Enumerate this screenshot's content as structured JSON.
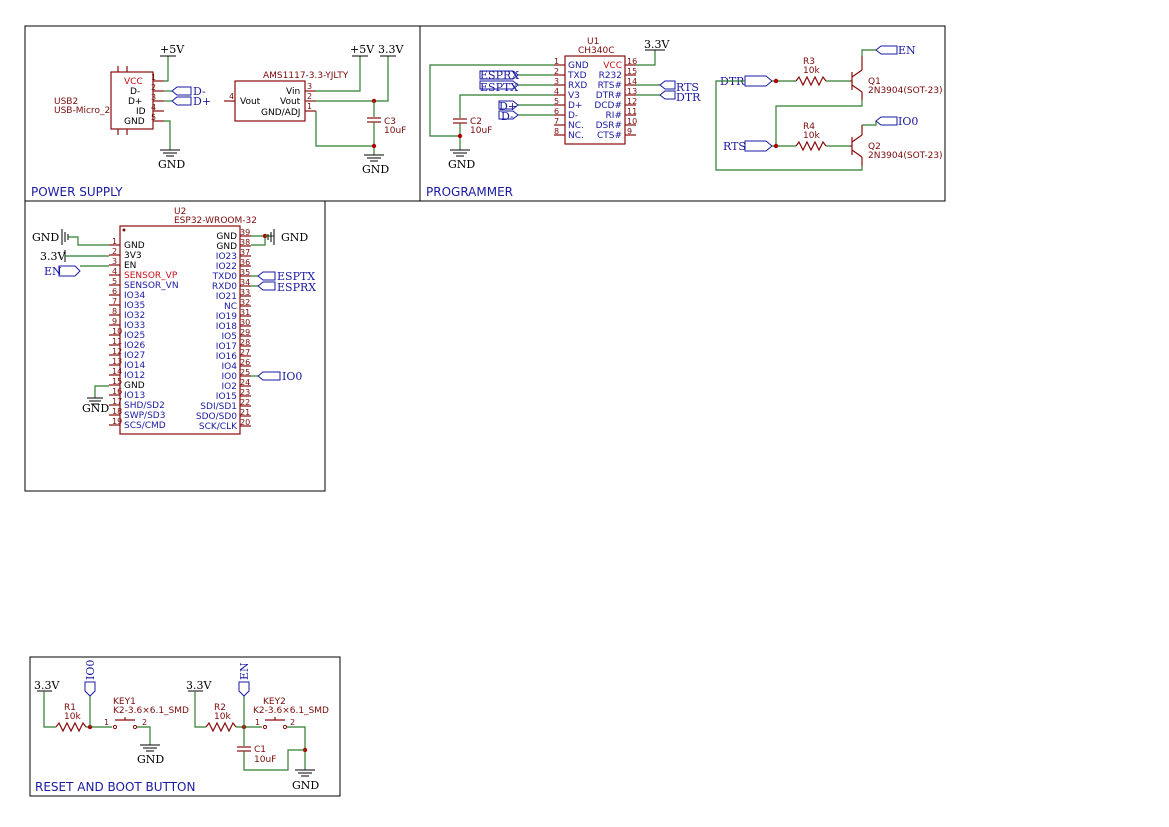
{
  "power_supply": {
    "title": "POWER SUPPLY",
    "usb": {
      "ref": "USB2",
      "value": "USB-Micro_2",
      "pins": [
        "VCC",
        "D-",
        "D+",
        "ID",
        "GND"
      ],
      "pin_nums": [
        "1",
        "2",
        "3",
        "4",
        "5"
      ]
    },
    "reg": {
      "value": "AMS1117-3.3-YJLTY",
      "vout_left": "Vout",
      "vin": "Vin",
      "vout": "Vout",
      "gnd": "GND/ADJ",
      "pin_vout_left": "4",
      "pin_vin": "3",
      "pin_vout": "2",
      "pin_gnd": "1"
    },
    "cap": {
      "ref": "C3",
      "value": "10uF"
    },
    "p5v": "+5V",
    "p5v_2": "+5V",
    "p33v": "3.3V",
    "gnd1": "GND",
    "gnd2": "GND",
    "nl_dm": "D-",
    "nl_dp": "D+"
  },
  "programmer": {
    "title": "PROGRAMMER",
    "ic": {
      "ref": "U1",
      "value": "CH340C",
      "left_pins": [
        "GND",
        "TXD",
        "RXD",
        "V3",
        "D+",
        "D-",
        "NC.",
        "NC."
      ],
      "left_nums": [
        "1",
        "2",
        "3",
        "4",
        "5",
        "6",
        "7",
        "8"
      ],
      "right_pins": [
        "VCC",
        "R232",
        "RTS#",
        "DTR#",
        "DCD#",
        "RI#",
        "DSR#",
        "CTS#"
      ],
      "right_nums": [
        "16",
        "15",
        "14",
        "13",
        "12",
        "11",
        "10",
        "9"
      ]
    },
    "p33v": "3.3V",
    "cap": {
      "ref": "C2",
      "value": "10uF"
    },
    "gnd": "GND",
    "nl_esprx": "ESPRX",
    "nl_esptx": "ESPTX",
    "nl_dp": "D+",
    "nl_dm": "D-",
    "nl_rts": "RTS",
    "nl_dtr": "DTR",
    "r3": {
      "ref": "R3",
      "value": "10k"
    },
    "r4": {
      "ref": "R4",
      "value": "10k"
    },
    "q1": {
      "ref": "Q1",
      "value": "2N3904(SOT-23)"
    },
    "q2": {
      "ref": "Q2",
      "value": "2N3904(SOT-23)"
    },
    "nl_dtr_in": "DTR",
    "nl_rts_in": "RTS",
    "nl_en": "EN",
    "nl_io0": "IO0"
  },
  "esp": {
    "ref": "U2",
    "value": "ESP32-WROOM-32",
    "left_pins": [
      "GND",
      "3V3",
      "EN",
      "SENSOR_VP",
      "SENSOR_VN",
      "IO34",
      "IO35",
      "IO32",
      "IO33",
      "IO25",
      "IO26",
      "IO27",
      "IO14",
      "IO12",
      "GND",
      "IO13",
      "SHD/SD2",
      "SWP/SD3",
      "SCS/CMD"
    ],
    "left_nums": [
      "1",
      "2",
      "3",
      "4",
      "5",
      "6",
      "7",
      "8",
      "9",
      "10",
      "11",
      "12",
      "13",
      "14",
      "15",
      "16",
      "17",
      "18",
      "19"
    ],
    "right_pins": [
      "GND",
      "GND",
      "IO23",
      "IO22",
      "TXD0",
      "RXD0",
      "IO21",
      "NC",
      "IO19",
      "IO18",
      "IO5",
      "IO17",
      "IO16",
      "IO4",
      "IO0",
      "IO2",
      "IO15",
      "SDI/SD1",
      "SDO/SD0",
      "SCK/CLK"
    ],
    "right_nums": [
      "39",
      "38",
      "37",
      "36",
      "35",
      "34",
      "33",
      "32",
      "31",
      "30",
      "29",
      "28",
      "27",
      "26",
      "25",
      "24",
      "23",
      "22",
      "21",
      "20"
    ],
    "gnd_l": "GND",
    "gnd_r": "GND",
    "v33": "3.3V",
    "gnd_b": "GND",
    "nl_en": "EN",
    "nl_esptx": "ESPTX",
    "nl_esprx": "ESPRX",
    "nl_io0": "IO0"
  },
  "reset": {
    "title": "RESET AND BOOT BUTTON",
    "v33_a": "3.3V",
    "v33_b": "3.3V",
    "r1": {
      "ref": "R1",
      "value": "10k"
    },
    "r2": {
      "ref": "R2",
      "value": "10k"
    },
    "key1": {
      "ref": "KEY1",
      "value": "K2-3.6×6.1_SMD",
      "p1": "1",
      "p2": "2"
    },
    "key2": {
      "ref": "KEY2",
      "value": "K2-3.6×6.1_SMD",
      "p1": "1",
      "p2": "2"
    },
    "c1": {
      "ref": "C1",
      "value": "10uF"
    },
    "nl_io0": "IO0",
    "nl_en": "EN",
    "gnd_a": "GND",
    "gnd_b": "GND"
  },
  "colors": {
    "wire": "#2f7d2f",
    "part": "#8a0b0b",
    "netlabel": "#1a1aa0",
    "title": "#1a1aa0",
    "red_pin": "#c8101a"
  }
}
